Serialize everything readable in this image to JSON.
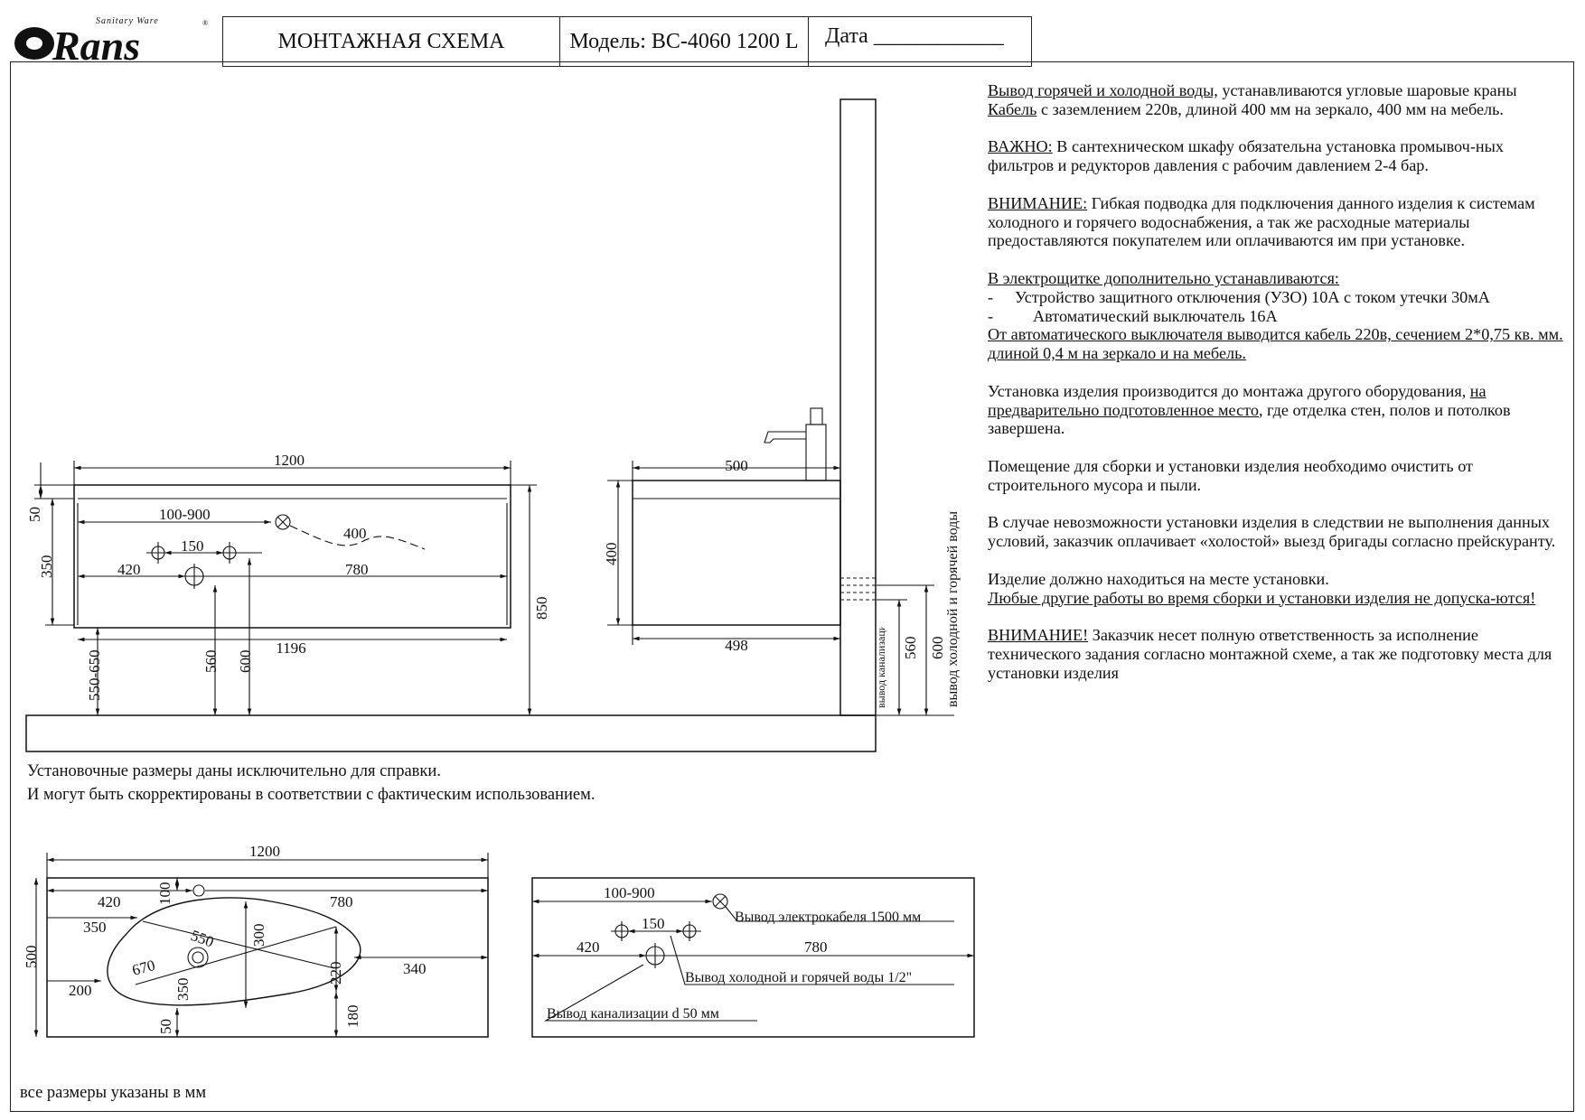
{
  "header": {
    "brand": "Rans",
    "brand_tagline": "Sanitary Ware",
    "title": "МОНТАЖНАЯ СХЕМА",
    "model": "Модель: BC-4060 1200 L",
    "date_label": "Дата ____________"
  },
  "front_view": {
    "width": "1200",
    "width_inner": "1196",
    "h_top": "50",
    "h_body": "350",
    "h_total": "850",
    "floor_gap": "550-650",
    "range_cable": "100-900",
    "cable_len": "400",
    "mixer_spacing": "150",
    "drain_offset": "420",
    "drain_to_right": "780",
    "h_drain": "560",
    "h_water": "600"
  },
  "side_view": {
    "depth_top": "500",
    "depth_body": "498",
    "height": "400",
    "h_drain": "560",
    "h_water": "600",
    "label_drain": "вывод канализации",
    "label_water": "вывод холодной и горячей воды"
  },
  "disclaimer": {
    "line1": "Установочные размеры даны исключительно для справки.",
    "line2": "И могут быть скорректированы в соответствии с фактическим использованием."
  },
  "top_view": {
    "width": "1200",
    "depth": "500",
    "d420": "420",
    "d100": "100",
    "d780": "780",
    "d350": "350",
    "d550": "550",
    "d300": "300",
    "d670": "670",
    "d220": "220",
    "d340": "340",
    "d200": "200",
    "d350b": "350",
    "d50": "50",
    "d180": "180"
  },
  "connections": {
    "range_cable": "100-900",
    "spacing": "150",
    "left": "420",
    "right": "780",
    "label_cable": "Вывод электрокабеля 1500 мм",
    "label_water": "Вывод холодной и горячей воды 1/2\"",
    "label_drain": "Вывод канализации d 50 мм"
  },
  "footer": {
    "units": "все размеры указаны в мм"
  },
  "notes": {
    "p1_u": "Вывод горячей и холодной воды,",
    "p1_rest": " устанавливаются угловые шаровые краны",
    "p1b_u": "Кабель",
    "p1b_rest": " с заземлением 220в, длиной 400 мм на зеркало, 400 мм на мебель.",
    "p2_u": "ВАЖНО:",
    "p2_rest": " В сантехническом шкафу обязательна установка промывоч-ных фильтров и редукторов давления с рабочим давлением 2-4 бар.",
    "p3_u": "ВНИМАНИЕ:",
    "p3_rest": " Гибкая подводка для подключения данного изделия к системам холодного и горячего водоснабжения, а так же расходные материалы предоставляются покупателем или оплачиваются им при установке.",
    "p4_u": "В электрощитке дополнительно устанавливаются:",
    "p4_item1": "Устройство защитного отключения (УЗО) 10А с током утечки 30мА",
    "p4_item2": "Автоматический выключатель 16А",
    "p4_tail_u": "От автоматического выключателя выводится кабель 220в, сечением 2*0,75 кв. мм. длиной 0,4 м на зеркало и на мебель.",
    "p5_a": "Установка изделия производится до монтажа другого оборудования, ",
    "p5_u": "на предварительно подготовленное место",
    "p5_b": ", где отделка стен, полов и потолков завершена.",
    "p6": "Помещение для сборки и установки изделия необходимо очистить от строительного мусора и пыли.",
    "p7": "В случае невозможности установки изделия в следствии не выполнения данных условий, заказчик оплачивает «холостой» выезд бригады согласно прейскуранту.",
    "p8a": "Изделие должно находиться на месте установки.",
    "p8b_u": "Любые другие работы во время сборки и установки изделия не допуска-ются!",
    "p9_u": "ВНИМАНИЕ!",
    "p9_rest": " Заказчик несет полную ответственность за исполнение технического задания согласно монтажной схеме, а так же подготовку места для установки изделия"
  }
}
